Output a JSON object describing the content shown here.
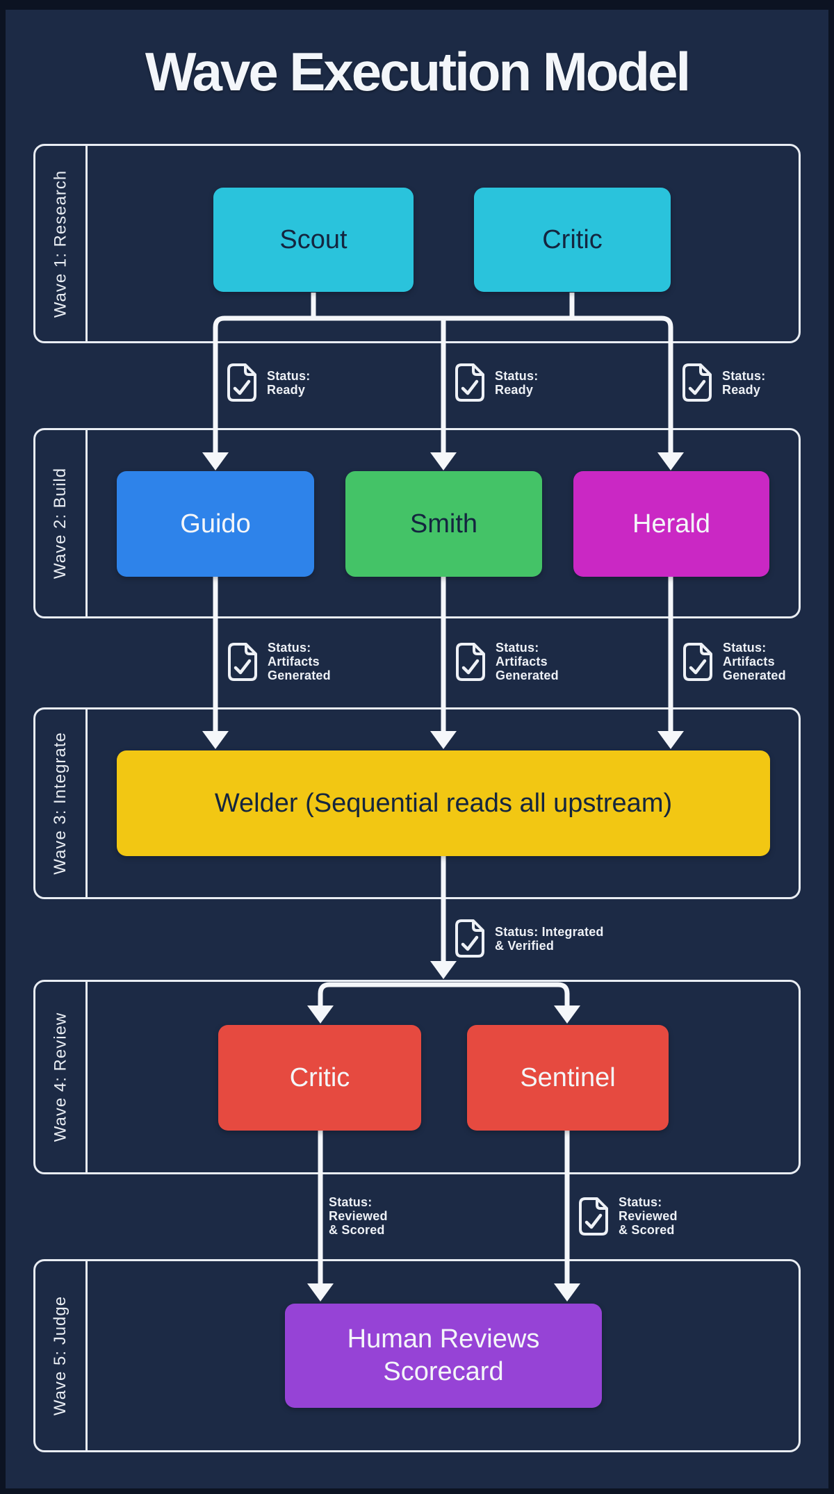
{
  "title": "Wave Execution Model",
  "waves": [
    {
      "label": "Wave 1: Research",
      "nodes": [
        {
          "label": "Scout",
          "color": "cyan",
          "text": "dark"
        },
        {
          "label": "Critic",
          "color": "cyan",
          "text": "dark"
        }
      ]
    },
    {
      "label": "Wave 2: Build",
      "nodes": [
        {
          "label": "Guido",
          "color": "blue",
          "text": "light"
        },
        {
          "label": "Smith",
          "color": "green",
          "text": "dark"
        },
        {
          "label": "Herald",
          "color": "magenta",
          "text": "light"
        }
      ]
    },
    {
      "label": "Wave 3: Integrate",
      "nodes": [
        {
          "label": "Welder (Sequential reads all upstream)",
          "color": "yellow",
          "text": "dark"
        }
      ]
    },
    {
      "label": "Wave 4: Review",
      "nodes": [
        {
          "label": "Critic",
          "color": "red",
          "text": "light"
        },
        {
          "label": "Sentinel",
          "color": "red",
          "text": "light"
        }
      ]
    },
    {
      "label": "Wave 5: Judge",
      "nodes": [
        {
          "label": "Human Reviews Scorecard",
          "color": "purple",
          "text": "light"
        }
      ]
    }
  ],
  "badges": [
    {
      "id": "ready",
      "lines": [
        "Status:",
        "Ready"
      ]
    },
    {
      "id": "artifacts",
      "lines": [
        "Status:",
        "Artifacts",
        "Generated"
      ]
    },
    {
      "id": "integrated",
      "lines": [
        "Status: Integrated",
        "& Verified"
      ]
    },
    {
      "id": "reviewed",
      "lines": [
        "Status:",
        "Reviewed",
        "& Scored"
      ]
    }
  ],
  "icons": {
    "status_icon": "file-check-icon"
  },
  "colors": {
    "background": "#1c2a45",
    "frame": "#0c1322",
    "container_border": "#e9edf3",
    "connector": "#f5f7fa",
    "badge_text": "#eef1f6",
    "title_text": "#f3f6fa",
    "cyan": "#2ac3dc",
    "blue": "#2e83ea",
    "green": "#44c367",
    "magenta": "#ca28c4",
    "yellow": "#f2c713",
    "red": "#e64a40",
    "purple": "#9643d6",
    "dark": "#14253f",
    "light": "#f4f6f9"
  }
}
